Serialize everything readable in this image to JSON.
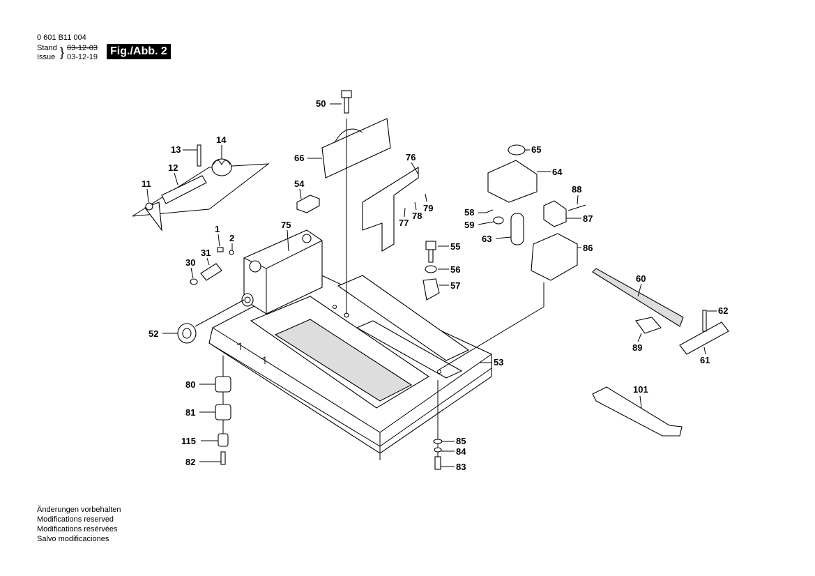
{
  "header": {
    "doc_number": "0 601 B11 004",
    "stand_label": "Stand",
    "issue_label": "Issue",
    "stand_date": "03-12-03",
    "issue_date": "03-12-19",
    "figure": "Fig./Abb. 2"
  },
  "notes": [
    "Änderungen vorbehalten",
    "Modifications reserved",
    "Modifications resérvées",
    "Salvo modificaciones"
  ],
  "parts": {
    "p1": "1",
    "p2": "2",
    "p11": "11",
    "p12": "12",
    "p13": "13",
    "p14": "14",
    "p30": "30",
    "p31": "31",
    "p50": "50",
    "p52": "52",
    "p53": "53",
    "p54": "54",
    "p55": "55",
    "p56": "56",
    "p57": "57",
    "p58": "58",
    "p59": "59",
    "p60": "60",
    "p61": "61",
    "p62": "62",
    "p63": "63",
    "p64": "64",
    "p65": "65",
    "p66": "66",
    "p75": "75",
    "p76": "76",
    "p77": "77",
    "p78": "78",
    "p79": "79",
    "p80": "80",
    "p81": "81",
    "p82": "82",
    "p83": "83",
    "p84": "84",
    "p85": "85",
    "p86": "86",
    "p87": "87",
    "p88": "88",
    "p89": "89",
    "p101": "101",
    "p115": "115"
  }
}
